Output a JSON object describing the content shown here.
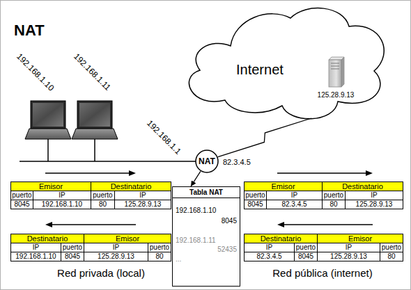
{
  "diagram": {
    "title": "NAT",
    "nodes": [
      {
        "text": [
          "Internet"
        ]
      },
      {
        "text": [
          "125.28.9.13"
        ],
        "in": 0
      },
      {
        "text": [
          "NAT"
        ]
      },
      {
        "text": [
          "Tabla NAT",
          "192.168.1.10",
          "8045",
          "192.168.1.11",
          "52435",
          "..."
        ]
      }
    ],
    "edges": [
      {
        "from": 2,
        "to": 0,
        "arrow": "none"
      },
      {
        "from": 2,
        "to": 3,
        "arrow": "to"
      }
    ],
    "labels": [
      "192.168.1.10",
      "192.168.1.11",
      "192.168.1.1",
      "82.3.4.5",
      "Emisor",
      "Destinatario",
      "puerto",
      "IP",
      "puerto",
      "IP",
      "8045",
      "192.168.1.10",
      "80",
      "125.28.9.13",
      "Destinatario",
      "Emisor",
      "IP",
      "puerto",
      "IP",
      "puerto",
      "192.168.1.10",
      "8045",
      "125.28.9.13",
      "80",
      "Emisor",
      "Destinatario",
      "puerto",
      "IP",
      "puerto",
      "IP",
      "8045",
      "82.3.4.5",
      "80",
      "125.28.9.13",
      "Destinatario",
      "Emisor",
      "IP",
      "puerto",
      "IP",
      "puerto",
      "82.3.4.5",
      "8045",
      "125.28.9.13",
      "80",
      "Red privada (local)",
      "Red pública (internet)"
    ]
  }
}
